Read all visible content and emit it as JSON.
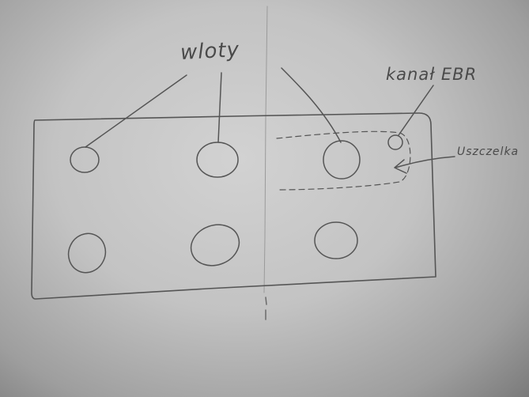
{
  "labels": {
    "inlets": "wloty",
    "channel": "kanał EBR",
    "seal": "Uszczelka"
  },
  "colors": {
    "paper": "#c6c6c6",
    "pencil": "#555555"
  },
  "diagram": {
    "inlet_count": 6,
    "inlet_rows": 2,
    "inlet_cols": 3
  }
}
